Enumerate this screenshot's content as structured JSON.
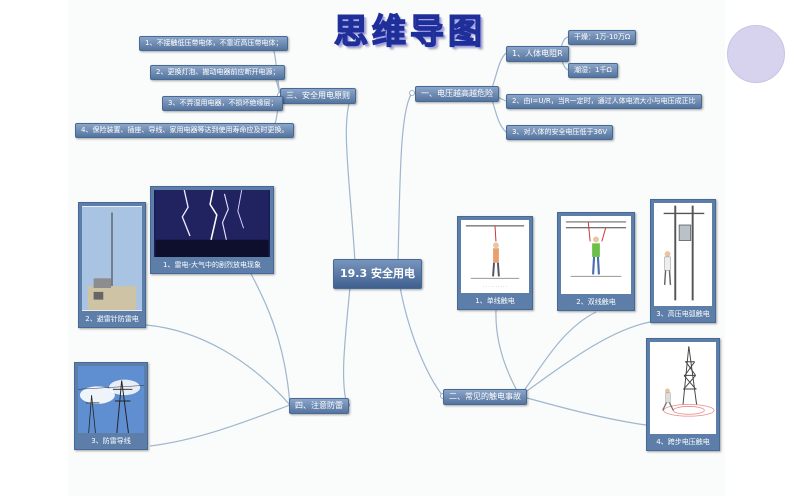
{
  "title": "思维导图",
  "center": "19.3 安全用电",
  "branch1": {
    "label": "一、电压越高越危险",
    "sub1": "1、人体电阻R",
    "sub1_dry": "干燥：1万-10万Ω",
    "sub1_wet": "潮湿：1千Ω",
    "sub2": "2、由I=U/R，当R一定时，通过人体电流大小与电压成正比",
    "sub3": "3、对人体的安全电压低于36V"
  },
  "branch2": {
    "label": "二、常见的触电事故",
    "items": [
      "1、单线触电",
      "2、双线触电",
      "3、高压电弧触电",
      "4、跨步电压触电"
    ]
  },
  "branch3": {
    "label": "三、安全用电原则",
    "items": [
      "1、不接触低压带电体，不靠近高压带电体；",
      "2、更换灯泡、搬动电器前应断开电源；",
      "3、不弄湿用电器，不损坏绝缘层；",
      "4、保险装置、插座、导线、家用电器等达到使用寿命应及时更换。"
    ]
  },
  "branch4": {
    "label": "四、注意防雷",
    "items": [
      "1、雷电-大气中的剧烈放电现象",
      "2、避雷针防雷电",
      "3、防雷导线"
    ]
  },
  "colors": {
    "title_fill": "#7c74d6",
    "title_outline": "#1f2f9a",
    "node_blue": "#55749e",
    "connector": "#9fb6cc",
    "deco_circle": "#d7d3ee"
  }
}
